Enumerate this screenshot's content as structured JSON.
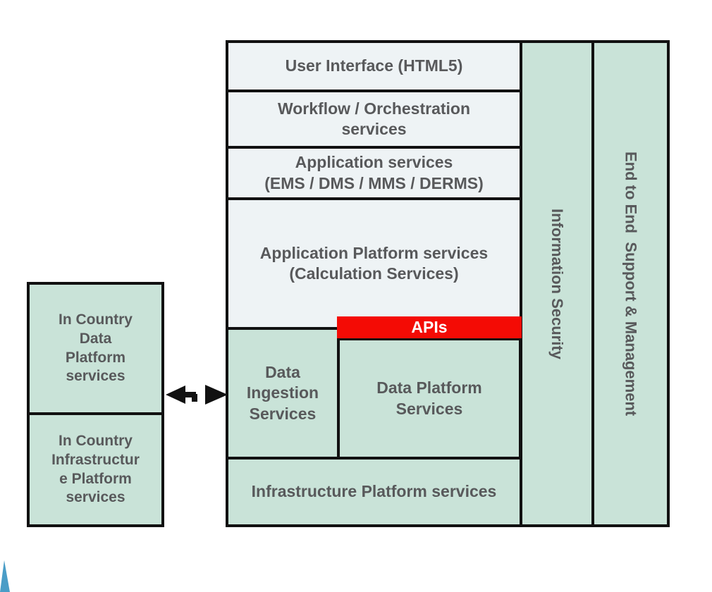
{
  "colors": {
    "green": "#c9e3d8",
    "light": "#eef3f5",
    "red": "#f40b05",
    "border": "#111111",
    "text": "#58595b",
    "apis_text": "#ffffff",
    "accent_triangle": "#4a9dc7",
    "bg": "#ffffff"
  },
  "left_panel": {
    "boxes": [
      {
        "label": "In Country\nData\nPlatform\nservices"
      },
      {
        "label": "In Country\nInfrastructur\ne Platform\nservices"
      }
    ]
  },
  "connector": {
    "type": "double-headed-arrow"
  },
  "stack": {
    "rows": [
      {
        "id": "user-interface",
        "label": "User Interface (HTML5)"
      },
      {
        "id": "workflow",
        "label": "Workflow / Orchestration\nservices"
      },
      {
        "id": "application-services",
        "label": "Application services\n(EMS / DMS / MMS / DERMS)"
      },
      {
        "id": "application-platform",
        "label": "Application Platform services\n(Calculation Services)"
      }
    ],
    "apis_label": "APIs",
    "data_ingestion_label": "Data\nIngestion\nServices",
    "data_platform_label": "Data Platform\nServices",
    "infrastructure_label": "Infrastructure Platform services"
  },
  "side_columns": [
    {
      "label": "Information Security"
    },
    {
      "label": "End to End  Support & Management"
    }
  ]
}
